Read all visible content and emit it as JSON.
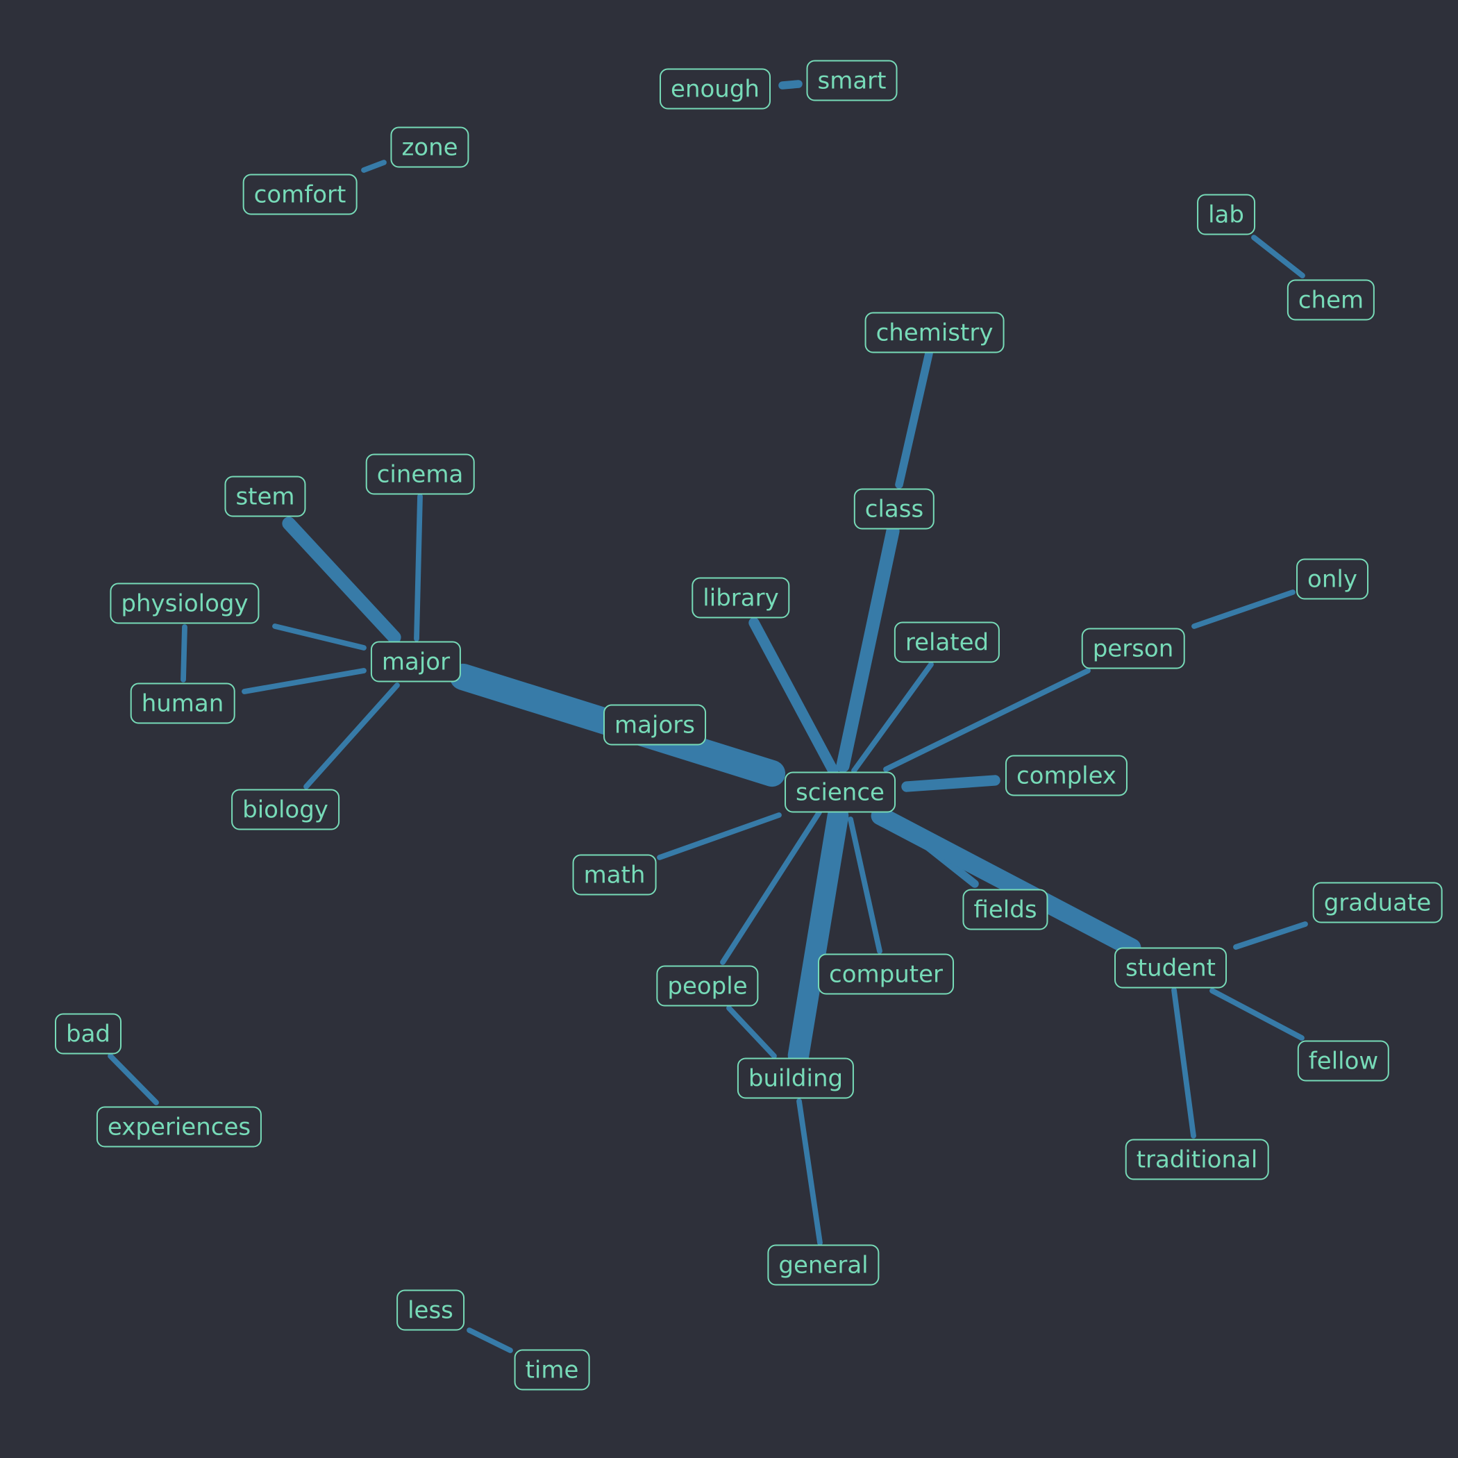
{
  "colors": {
    "background": "#2e303a",
    "node_text": "#77dbb8",
    "node_border": "#77dbb8",
    "edge": "#377ba8"
  },
  "nodes": [
    {
      "id": "enough",
      "label": "enough"
    },
    {
      "id": "smart",
      "label": "smart"
    },
    {
      "id": "zone",
      "label": "zone"
    },
    {
      "id": "comfort",
      "label": "comfort"
    },
    {
      "id": "lab",
      "label": "lab"
    },
    {
      "id": "chem",
      "label": "chem"
    },
    {
      "id": "chemistry",
      "label": "chemistry"
    },
    {
      "id": "cinema",
      "label": "cinema"
    },
    {
      "id": "stem",
      "label": "stem"
    },
    {
      "id": "class",
      "label": "class"
    },
    {
      "id": "only",
      "label": "only"
    },
    {
      "id": "library",
      "label": "library"
    },
    {
      "id": "physiology",
      "label": "physiology"
    },
    {
      "id": "related",
      "label": "related"
    },
    {
      "id": "person",
      "label": "person"
    },
    {
      "id": "major",
      "label": "major"
    },
    {
      "id": "human",
      "label": "human"
    },
    {
      "id": "majors",
      "label": "majors"
    },
    {
      "id": "complex",
      "label": "complex"
    },
    {
      "id": "science",
      "label": "science"
    },
    {
      "id": "biology",
      "label": "biology"
    },
    {
      "id": "math",
      "label": "math"
    },
    {
      "id": "graduate",
      "label": "graduate"
    },
    {
      "id": "fields",
      "label": "fields"
    },
    {
      "id": "student",
      "label": "student"
    },
    {
      "id": "computer",
      "label": "computer"
    },
    {
      "id": "people",
      "label": "people"
    },
    {
      "id": "bad",
      "label": "bad"
    },
    {
      "id": "fellow",
      "label": "fellow"
    },
    {
      "id": "building",
      "label": "building"
    },
    {
      "id": "experiences",
      "label": "experiences"
    },
    {
      "id": "traditional",
      "label": "traditional"
    },
    {
      "id": "general",
      "label": "general"
    },
    {
      "id": "less",
      "label": "less"
    },
    {
      "id": "time",
      "label": "time"
    }
  ],
  "edges": [
    {
      "source": "enough",
      "target": "smart",
      "weight": 3
    },
    {
      "source": "comfort",
      "target": "zone",
      "weight": 2
    },
    {
      "source": "lab",
      "target": "chem",
      "weight": 2
    },
    {
      "source": "class",
      "target": "chemistry",
      "weight": 3
    },
    {
      "source": "science",
      "target": "class",
      "weight": 5
    },
    {
      "source": "major",
      "target": "stem",
      "weight": 5
    },
    {
      "source": "major",
      "target": "cinema",
      "weight": 2
    },
    {
      "source": "major",
      "target": "physiology",
      "weight": 2
    },
    {
      "source": "physiology",
      "target": "human",
      "weight": 2
    },
    {
      "source": "major",
      "target": "human",
      "weight": 2
    },
    {
      "source": "major",
      "target": "biology",
      "weight": 2
    },
    {
      "source": "major",
      "target": "science",
      "weight": 10
    },
    {
      "source": "science",
      "target": "library",
      "weight": 4
    },
    {
      "source": "science",
      "target": "related",
      "weight": 2
    },
    {
      "source": "science",
      "target": "person",
      "weight": 2
    },
    {
      "source": "person",
      "target": "only",
      "weight": 2
    },
    {
      "source": "science",
      "target": "complex",
      "weight": 4
    },
    {
      "source": "science",
      "target": "math",
      "weight": 2
    },
    {
      "source": "science",
      "target": "fields",
      "weight": 3
    },
    {
      "source": "science",
      "target": "student",
      "weight": 7
    },
    {
      "source": "student",
      "target": "graduate",
      "weight": 2
    },
    {
      "source": "student",
      "target": "fellow",
      "weight": 2
    },
    {
      "source": "student",
      "target": "traditional",
      "weight": 2
    },
    {
      "source": "science",
      "target": "computer",
      "weight": 2
    },
    {
      "source": "science",
      "target": "people",
      "weight": 2
    },
    {
      "source": "science",
      "target": "building",
      "weight": 8
    },
    {
      "source": "people",
      "target": "building",
      "weight": 2
    },
    {
      "source": "building",
      "target": "general",
      "weight": 2
    },
    {
      "source": "bad",
      "target": "experiences",
      "weight": 2
    },
    {
      "source": "less",
      "target": "time",
      "weight": 2
    }
  ]
}
